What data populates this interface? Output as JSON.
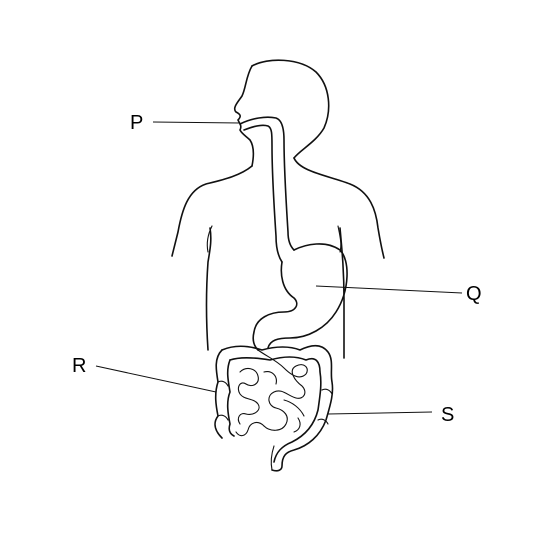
{
  "labels": {
    "p": "P",
    "q": "Q",
    "r": "R",
    "s": "S"
  },
  "colors": {
    "line": "#111111",
    "background": "#ffffff"
  }
}
